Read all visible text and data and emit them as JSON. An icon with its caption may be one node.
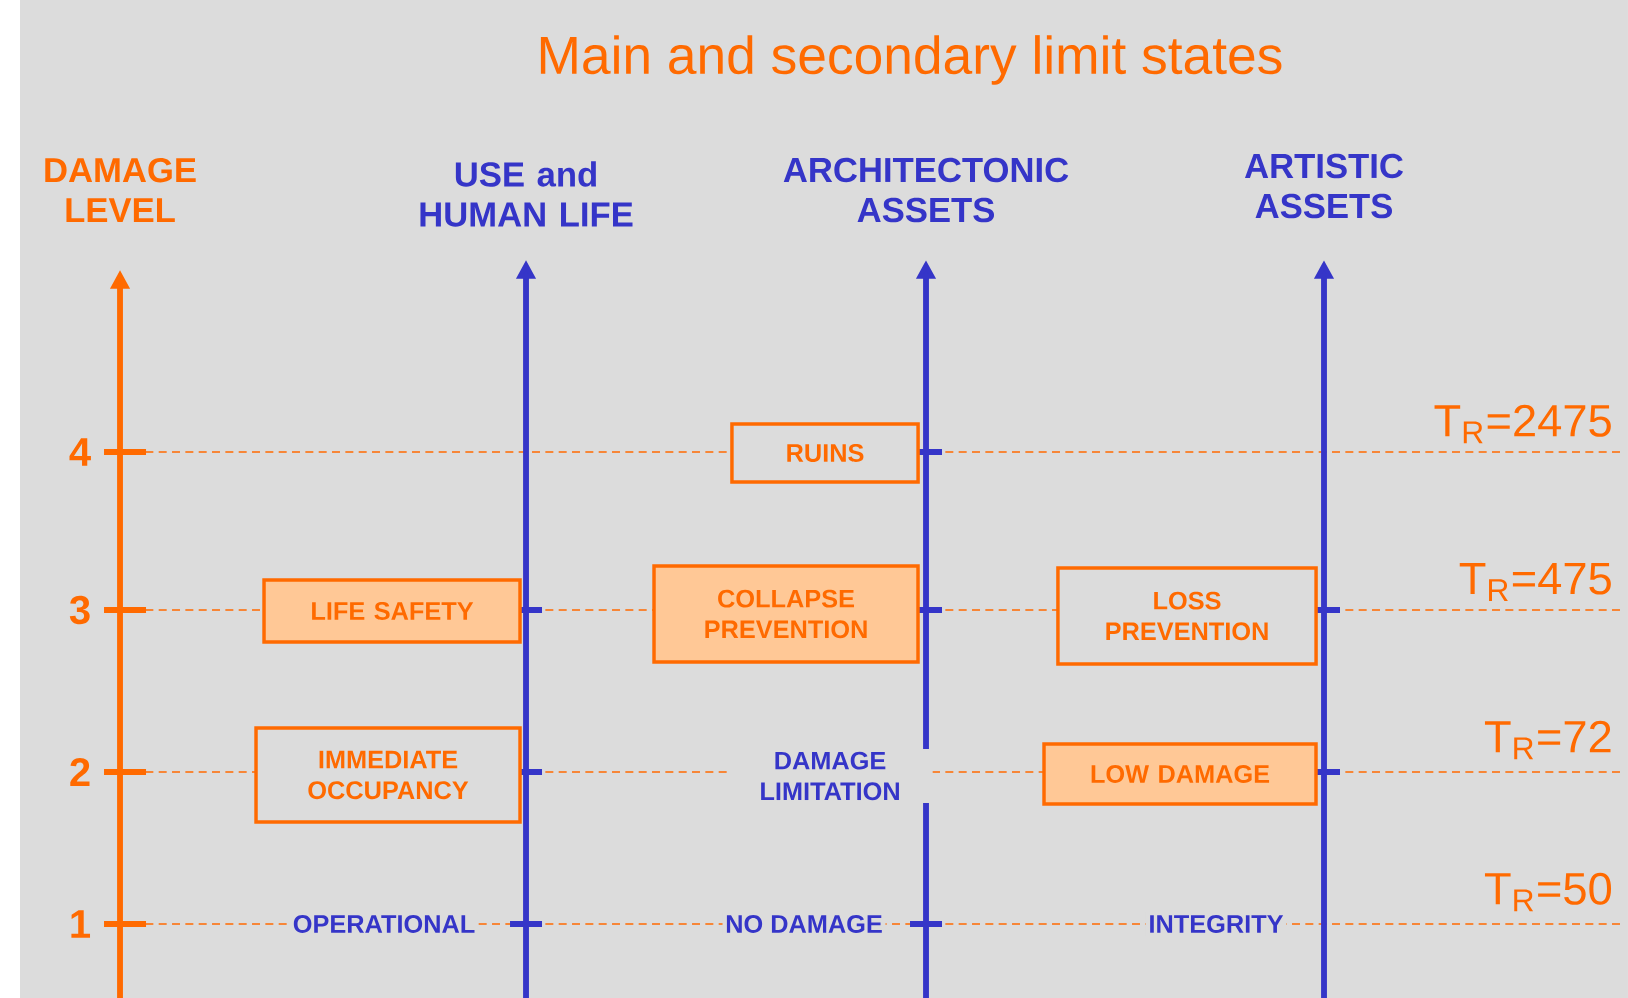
{
  "diagram": {
    "title": "Main and secondary limit states",
    "nodes": [
      {
        "text": [
          "RUINS"
        ]
      },
      {
        "text": [
          "LIFE SAFETY"
        ]
      },
      {
        "text": [
          "COLLAPSE PREVENTION"
        ]
      },
      {
        "text": [
          "LOSS PREVENTION"
        ]
      },
      {
        "text": [
          "IMMEDIATE OCCUPANCY"
        ]
      },
      {
        "text": [
          "LOW DAMAGE"
        ]
      }
    ],
    "labels": [
      "DAMAGE LEVEL",
      "USE and HUMAN LIFE",
      "ARCHITECTONIC ASSETS",
      "ARTISTIC ASSETS",
      "4",
      "T$_{R}$=2475",
      "3",
      "T$_{R}$=475",
      "DAMAGE LIMITATION",
      "2",
      "T$_{R}$=72",
      "1",
      "OPERATIONAL",
      "NO DAMAGE",
      "INTEGRITY",
      "T$_{R}$=50"
    ]
  }
}
